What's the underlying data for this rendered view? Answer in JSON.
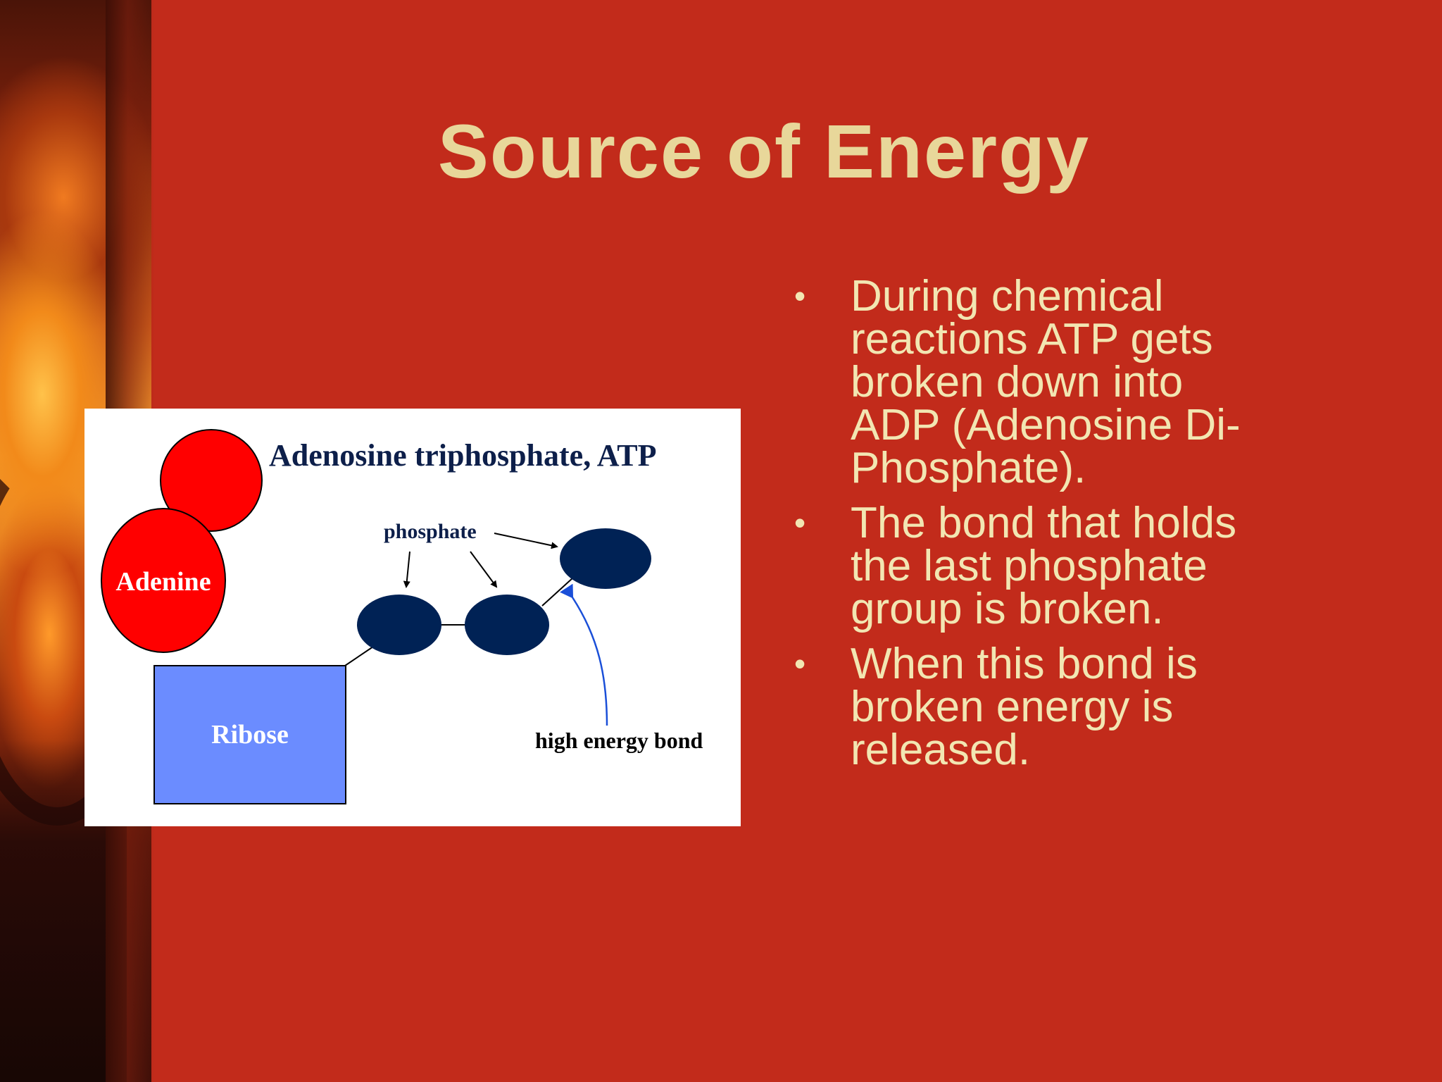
{
  "slide": {
    "title": "Source of Energy",
    "bullets": [
      {
        "lines": [
          "During chemical",
          "reactions ATP gets",
          "broken down into",
          "ADP (Adenosine Di-",
          "Phosphate)."
        ]
      },
      {
        "lines": [
          "The bond that holds",
          "the last phosphate",
          "group is broken."
        ]
      },
      {
        "lines": [
          "When this bond is",
          "broken energy is",
          "released."
        ]
      }
    ],
    "bullet_glyph": "•"
  },
  "diagram": {
    "heading": "Adenosine triphosphate, ATP",
    "adenine_label": "Adenine",
    "ribose_label": "Ribose",
    "phosphate_label": "phosphate",
    "bond_label": "high energy bond"
  },
  "colors": {
    "background": "#c22b1b",
    "title": "#e8d79a",
    "body_text": "#f2e6b2",
    "adenine": "#ff0000",
    "ribose": "#6b8cff",
    "phosphate": "#002255",
    "bond_arrow": "#1a4fd8",
    "diagram_text": "#0d1f4a"
  }
}
